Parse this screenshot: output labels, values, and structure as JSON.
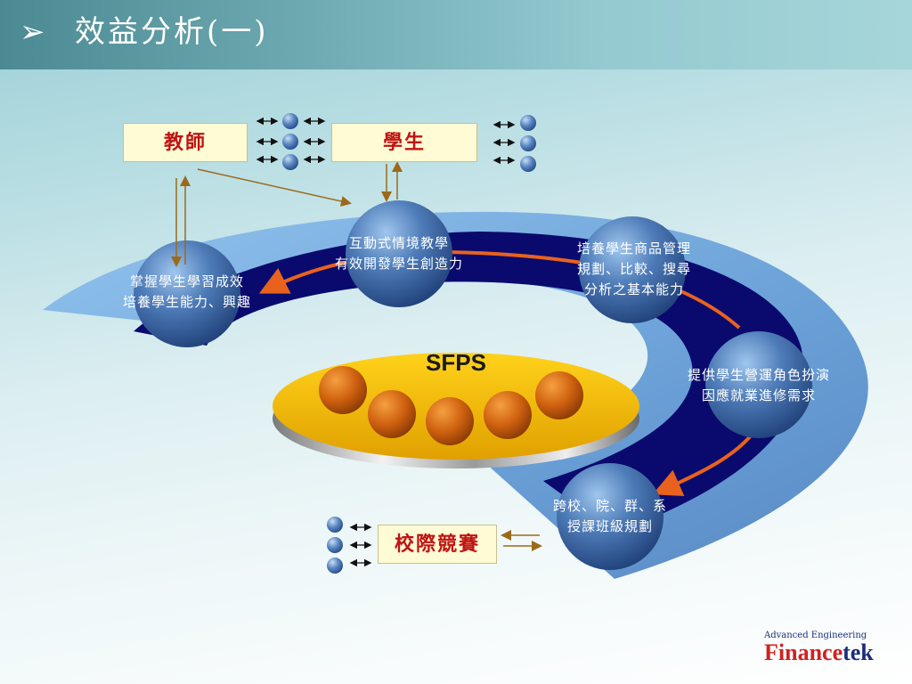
{
  "slide": {
    "title_bullet": "➢",
    "title": "效益分析(一)"
  },
  "boxes": {
    "teacher": "教師",
    "student": "學生",
    "competition": "校際競賽"
  },
  "center_label": "SFPS",
  "nodes": [
    {
      "line1": "掌握學生學習成效",
      "line2": "培養學生能力、興趣"
    },
    {
      "line1": "互動式情境教學",
      "line2": "有效開發學生創造力"
    },
    {
      "line1": "培養學生商品管理",
      "line2": "規劃、比較、搜尋",
      "line3": "分析之基本能力"
    },
    {
      "line1": "提供學生營運角色扮演",
      "line2": "因應就業進修需求"
    },
    {
      "line1": "跨校、院、群、系",
      "line2": "授課班級規劃"
    }
  ],
  "logo": {
    "subtitle": "Advanced Engineering",
    "name_part1": "Finance",
    "name_part2": "tek"
  },
  "colors": {
    "outer_ring": "#6aa8e0",
    "inner_ring": "#0a0a6e",
    "platform": "#f2b800",
    "orbs": "#d46a0a",
    "box_text": "#c01414",
    "flow_arrow": "#e8621e",
    "link_arrow": "#9a6a1a"
  },
  "icons": [
    "title-bullet-arrow-icon",
    "double-arrow-icon",
    "sphere-icon"
  ]
}
